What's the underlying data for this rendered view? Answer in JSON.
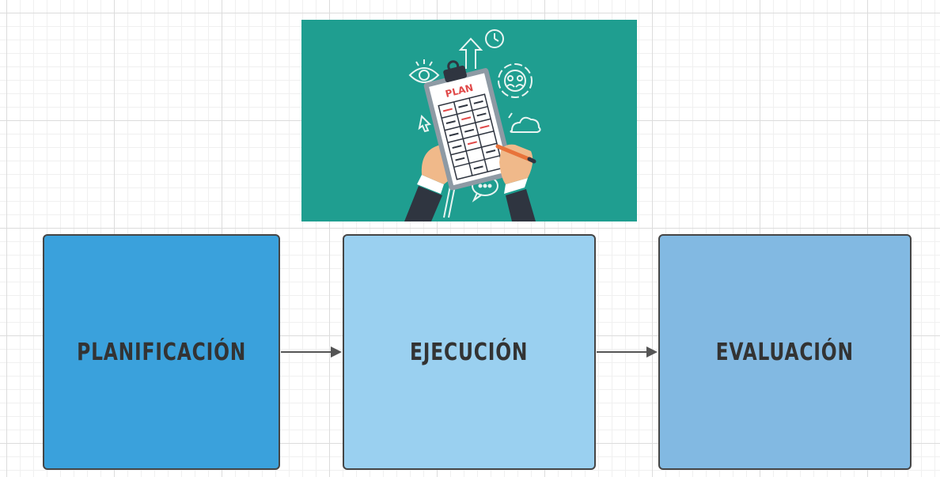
{
  "illustration": {
    "background_color": "#1f9e90",
    "plan_text": "PLAN"
  },
  "steps": [
    {
      "label": "PLANIFICACIÓN",
      "color": "#3aa1dc"
    },
    {
      "label": "EJECUCIÓN",
      "color": "#9ad0f0"
    },
    {
      "label": "EVALUACIÓN",
      "color": "#82b9e2"
    }
  ],
  "connector_color": "#555555"
}
